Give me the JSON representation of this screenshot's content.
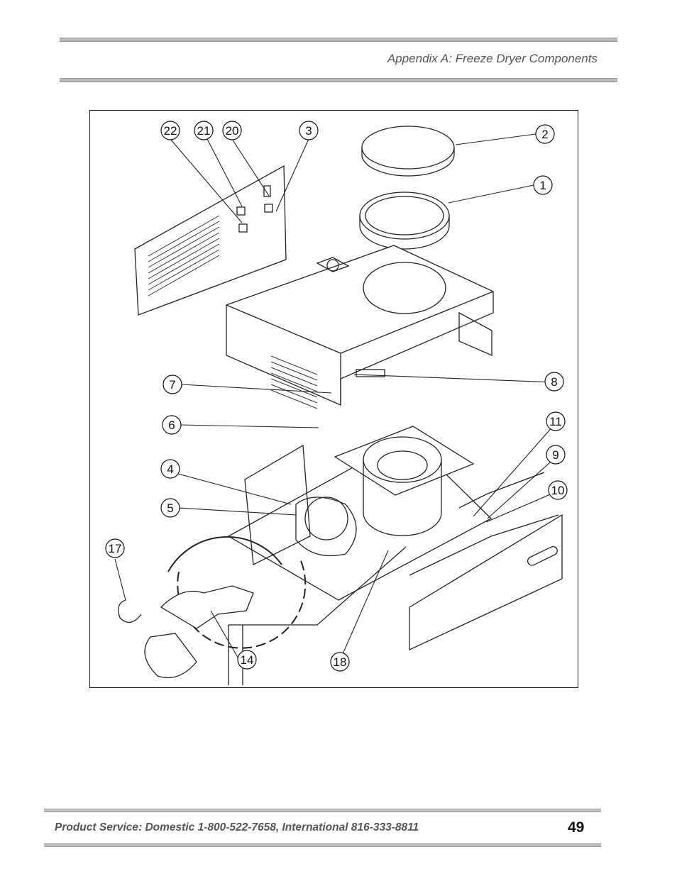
{
  "header": {
    "title": "Appendix A: Freeze Dryer Components"
  },
  "figure": {
    "callouts": [
      {
        "id": "22",
        "label": "22"
      },
      {
        "id": "21",
        "label": "21"
      },
      {
        "id": "20",
        "label": "20"
      },
      {
        "id": "3",
        "label": "3"
      },
      {
        "id": "2",
        "label": "2"
      },
      {
        "id": "1",
        "label": "1"
      },
      {
        "id": "7",
        "label": "7"
      },
      {
        "id": "8",
        "label": "8"
      },
      {
        "id": "6",
        "label": "6"
      },
      {
        "id": "11",
        "label": "11"
      },
      {
        "id": "9",
        "label": "9"
      },
      {
        "id": "4",
        "label": "4"
      },
      {
        "id": "10",
        "label": "10"
      },
      {
        "id": "5",
        "label": "5"
      },
      {
        "id": "17",
        "label": "17"
      },
      {
        "id": "14",
        "label": "14"
      },
      {
        "id": "18",
        "label": "18"
      }
    ]
  },
  "footer": {
    "service_text": "Product Service:  Domestic  1-800-522-7658, International  816-333-8811",
    "page_number": "49"
  }
}
